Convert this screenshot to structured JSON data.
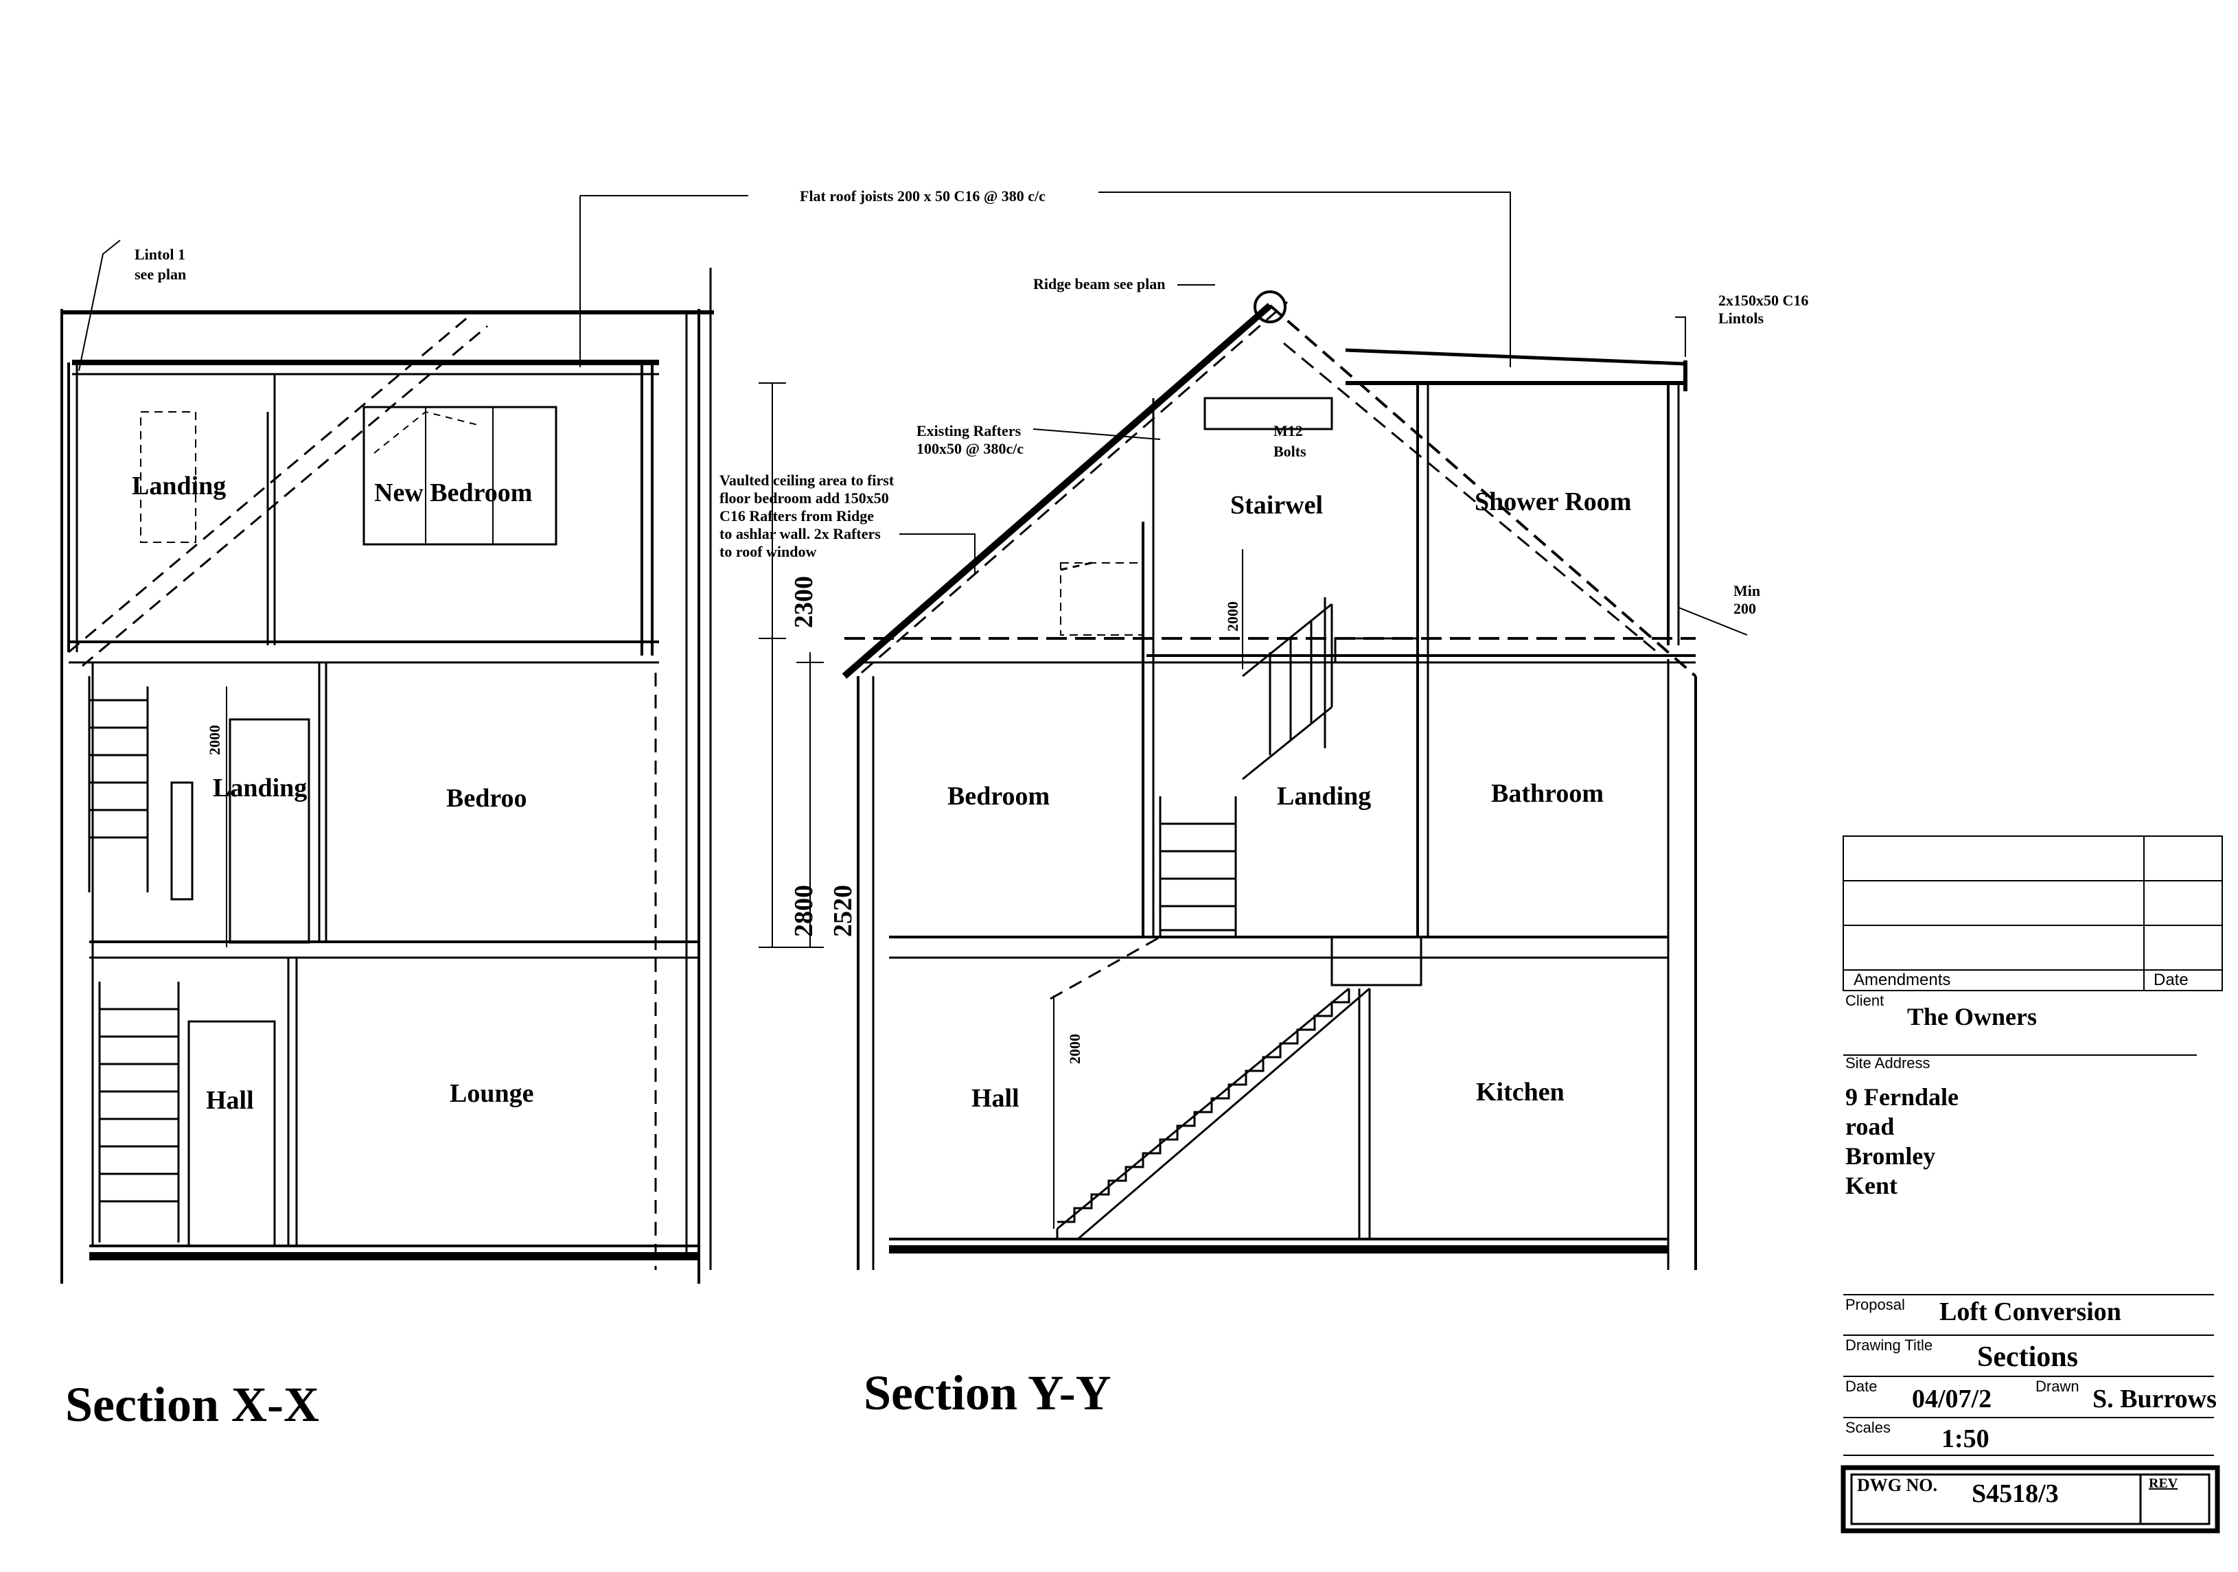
{
  "annotations": {
    "lintol": [
      "Lintol 1",
      "see plan"
    ],
    "flat_roof": "Flat roof joists 200 x 50 C16 @ 380 c/c",
    "ridge_beam": "Ridge beam see plan",
    "lintels_right": [
      "2x150x50 C16",
      "Lintols"
    ],
    "existing_rafters": [
      "Existing Rafters",
      "100x50 @ 380c/c"
    ],
    "bolts": [
      "M12",
      "Bolts"
    ],
    "vaulted": [
      "Vaulted ceiling area to first",
      "floor bedroom add 150x50",
      "C16 Rafters from Ridge",
      "to ashlar wall. 2x Rafters",
      "to roof window"
    ],
    "min_200": [
      "Min",
      "200"
    ]
  },
  "dimensions": {
    "d2300": "2300",
    "d2800": "2800",
    "d2520": "2520",
    "d2000": "2000"
  },
  "section_xx": {
    "title": "Section X-X",
    "rooms": {
      "landing_top": "Landing",
      "new_bedroom": "New Bedroom",
      "landing_mid": "Landing",
      "bedroom": "Bedroo",
      "hall": "Hall",
      "lounge": "Lounge"
    }
  },
  "section_yy": {
    "title": "Section Y-Y",
    "rooms": {
      "stairwell": "Stairwel",
      "shower_room": "Shower Room",
      "bedroom": "Bedroom",
      "landing": "Landing",
      "bathroom": "Bathroom",
      "hall": "Hall",
      "kitchen": "Kitchen"
    }
  },
  "title_block": {
    "amendments_label": "Amendments",
    "date_col_label": "Date",
    "client_label": "Client",
    "client": "The Owners",
    "site_address_label": "Site Address",
    "site_address": [
      "9 Ferndale",
      "road",
      "Bromley",
      "Kent"
    ],
    "proposal_label": "Proposal",
    "proposal": "Loft Conversion",
    "drawing_title_label": "Drawing Title",
    "drawing_title": "Sections",
    "date_label": "Date",
    "date": "04/07/2",
    "drawn_label": "Drawn",
    "drawn": "S. Burrows",
    "scales_label": "Scales",
    "scale": "1:50",
    "dwg_label": "DWG NO.",
    "dwg_no": "S4518/3",
    "rev_label": "REV"
  }
}
